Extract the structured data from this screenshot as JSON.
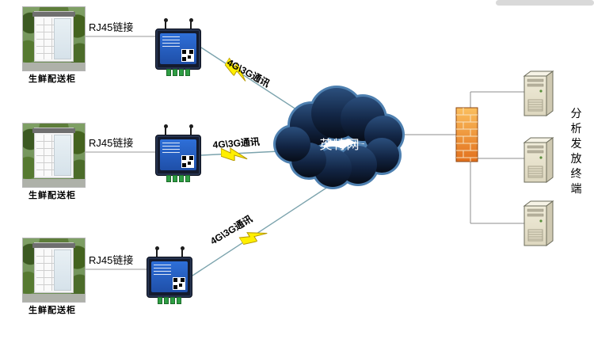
{
  "rows": [
    {
      "cabinet_label": "生鲜配送柜",
      "rj45_label": "RJ45链接",
      "comm_label": "4G\\3G通讯"
    },
    {
      "cabinet_label": "生鲜配送柜",
      "rj45_label": "RJ45链接",
      "comm_label": "4G\\3G通讯"
    },
    {
      "cabinet_label": "生鲜配送柜",
      "rj45_label": "RJ45链接",
      "comm_label": "4G\\3G通讯"
    }
  ],
  "cloud": {
    "label": "英特网"
  },
  "terminal": {
    "label": "分析发放终端"
  },
  "icons": {
    "cabinet": "fresh-delivery-cabinet-photo",
    "router": "industrial-4g-router-icon",
    "lightning": "lightning-bolt-icon",
    "cloud": "internet-cloud-icon",
    "firewall": "firewall-brick-wall-icon",
    "server": "server-tower-icon"
  },
  "colors": {
    "lightning": "#ffef00",
    "firewall_orange": "#f0922d",
    "cloud_dark": "#0c1526",
    "cloud_edge": "#4e80b0",
    "link_line": "#7ba3ad",
    "bus_line": "#8c8c8c"
  }
}
